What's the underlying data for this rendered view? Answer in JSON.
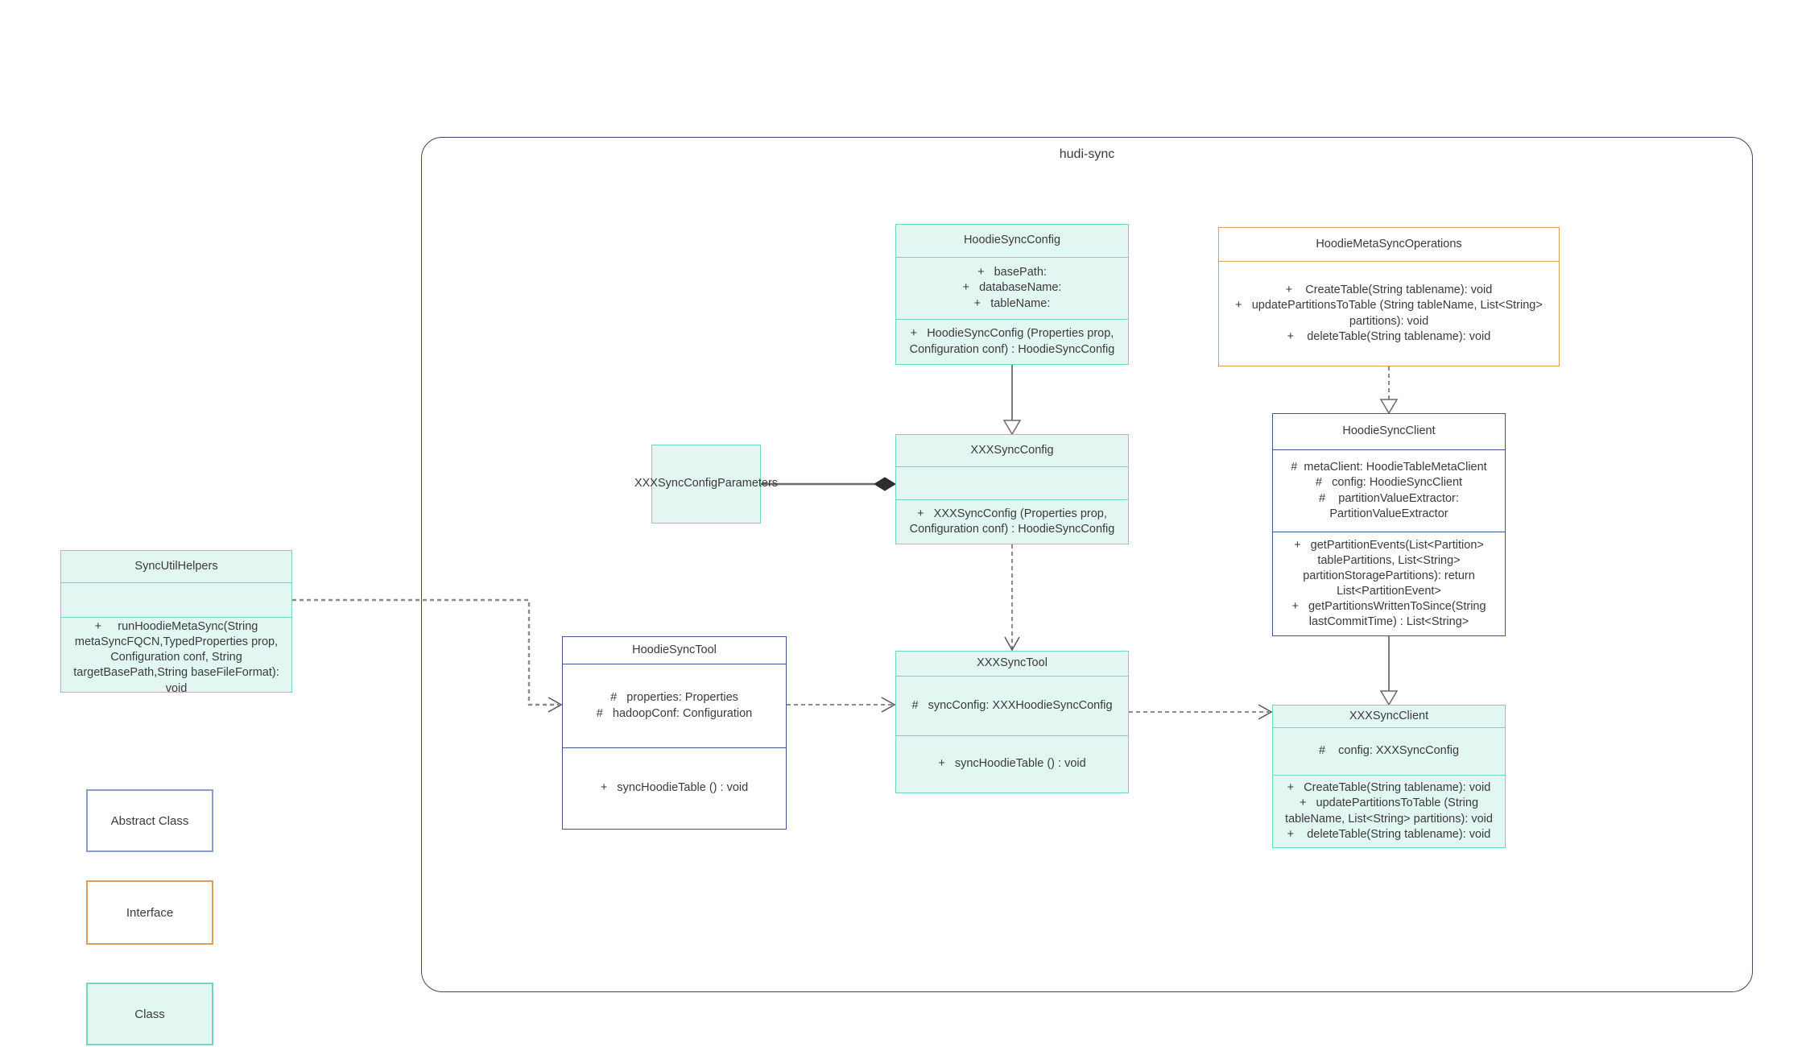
{
  "diagram": {
    "container_title": "hudi-sync",
    "type": "uml-class-diagram"
  },
  "colors": {
    "class_fill": "#e3f7f2",
    "class_border": "#70d5c3",
    "abstract_border": "#44568e",
    "legend_abstract_border": "#8b9ccd",
    "interface_border": "#d5a257",
    "container_border": "#3c4766",
    "connector": "#6b6b6b",
    "text": "#3a3a3a"
  },
  "boxes": {
    "hoodieSyncConfig": {
      "stereotype": "class",
      "title": "HoodieSyncConfig",
      "fields": [
        "+   basePath:",
        "+   databaseName:",
        "+   tableName:"
      ],
      "methods": [
        "+   HoodieSyncConfig (Properties prop, Configuration conf) : HoodieSyncConfig"
      ]
    },
    "hoodieMetaSyncOperations": {
      "stereotype": "interface",
      "title": "HoodieMetaSyncOperations",
      "fields": [],
      "methods": [
        "+    CreateTable(String tablename): void",
        "+   updatePartitionsToTable (String tableName, List<String> partitions): void",
        "+    deleteTable(String tablename): void"
      ]
    },
    "xxxSyncConfigParameters": {
      "stereotype": "class",
      "title": "XXXSyncConfigParameters",
      "fields": [],
      "methods": []
    },
    "xxxSyncConfig": {
      "stereotype": "class",
      "title": "XXXSyncConfig",
      "fields": [],
      "methods": [
        "+   XXXSyncConfig (Properties prop, Configuration conf) : HoodieSyncConfig"
      ]
    },
    "hoodieSyncClient": {
      "stereotype": "abstract",
      "title": "HoodieSyncClient",
      "fields": [
        "#  metaClient: HoodieTableMetaClient",
        "#   config: HoodieSyncClient",
        "#    partitionValueExtractor: PartitionValueExtractor"
      ],
      "methods": [
        "+   getPartitionEvents(List<Partition> tablePartitions, List<String> partitionStoragePartitions): return List<PartitionEvent>",
        "+   getPartitionsWrittenToSince(String lastCommitTime) : List<String>"
      ]
    },
    "syncUtilHelpers": {
      "stereotype": "class",
      "title": "SyncUtilHelpers",
      "fields": [],
      "methods": [
        "+     runHoodieMetaSync(String metaSyncFQCN,TypedProperties prop, Configuration conf, String targetBasePath,String baseFileFormat): void"
      ]
    },
    "hoodieSyncTool": {
      "stereotype": "abstract",
      "title": "HoodieSyncTool",
      "fields": [
        "#   properties: Properties",
        "#   hadoopConf: Configuration"
      ],
      "methods": [
        "+   syncHoodieTable () : void"
      ]
    },
    "xxxSyncTool": {
      "stereotype": "class",
      "title": "XXXSyncTool",
      "fields": [
        "#   syncConfig: XXXHoodieSyncConfig"
      ],
      "methods": [
        "+   syncHoodieTable () : void"
      ]
    },
    "xxxSyncClient": {
      "stereotype": "class",
      "title": "XXXSyncClient",
      "fields": [
        "#    config: XXXSyncConfig"
      ],
      "methods": [
        "+   CreateTable(String tablename): void",
        "+   updatePartitionsToTable (String tableName, List<String> partitions): void",
        "+    deleteTable(String tablename): void"
      ]
    }
  },
  "relationships": [
    {
      "from": "HoodieSyncConfig",
      "to": "XXXSyncConfig",
      "type": "generalization",
      "line": "solid",
      "arrowhead": "hollow-triangle"
    },
    {
      "from": "HoodieMetaSyncOperations",
      "to": "HoodieSyncClient",
      "type": "realization",
      "line": "dashed",
      "arrowhead": "hollow-triangle"
    },
    {
      "from": "XXXSyncConfig",
      "to": "XXXSyncTool",
      "type": "dependency",
      "line": "dashed",
      "arrowhead": "open"
    },
    {
      "from": "HoodieSyncClient",
      "to": "XXXSyncClient",
      "type": "generalization",
      "line": "solid",
      "arrowhead": "hollow-triangle"
    },
    {
      "from": "XXXSyncConfigParameters",
      "to": "XXXSyncConfig",
      "type": "composition",
      "line": "solid",
      "arrowhead": "filled-diamond"
    },
    {
      "from": "SyncUtilHelpers",
      "to": "HoodieSyncTool",
      "type": "dependency",
      "line": "dashed",
      "arrowhead": "open"
    },
    {
      "from": "HoodieSyncTool",
      "to": "XXXSyncTool",
      "type": "dependency",
      "line": "dashed",
      "arrowhead": "open"
    },
    {
      "from": "XXXSyncTool",
      "to": "XXXSyncClient",
      "type": "dependency",
      "line": "dashed",
      "arrowhead": "open"
    }
  ],
  "legend": {
    "abstract_label": "Abstract Class",
    "interface_label": "Interface",
    "class_label": "Class"
  }
}
